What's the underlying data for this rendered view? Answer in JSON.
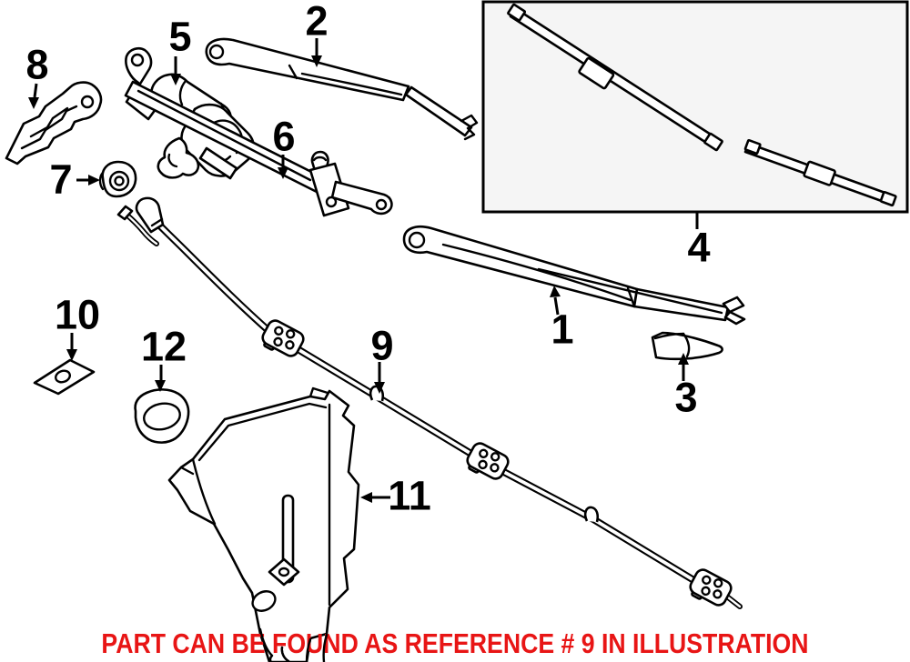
{
  "page": {
    "background": "#ffffff",
    "line_color": "#000000"
  },
  "notice": {
    "text": "PART CAN BE FOUND AS REFERENCE # 9 IN ILLUSTRATION",
    "color": "#e81515"
  },
  "inset_box": {
    "fill": "#f5f5f5",
    "border_color": "#000000"
  },
  "callouts": [
    {
      "ref": "1",
      "figure": "wiper-arm-lower"
    },
    {
      "ref": "2",
      "figure": "wiper-arm-upper"
    },
    {
      "ref": "3",
      "figure": "wiper-arm-end-cap"
    },
    {
      "ref": "4",
      "figure": "wiper-blade-pair-inset"
    },
    {
      "ref": "5",
      "figure": "wiper-motor-assembly"
    },
    {
      "ref": "6",
      "figure": "wiper-linkage"
    },
    {
      "ref": "7",
      "figure": "pivot-bushing"
    },
    {
      "ref": "8",
      "figure": "mounting-bracket"
    },
    {
      "ref": "9",
      "figure": "washer-hose-assembly"
    },
    {
      "ref": "10",
      "figure": "mounting-pad"
    },
    {
      "ref": "11",
      "figure": "washer-reservoir"
    },
    {
      "ref": "12",
      "figure": "reservoir-grommet"
    }
  ]
}
